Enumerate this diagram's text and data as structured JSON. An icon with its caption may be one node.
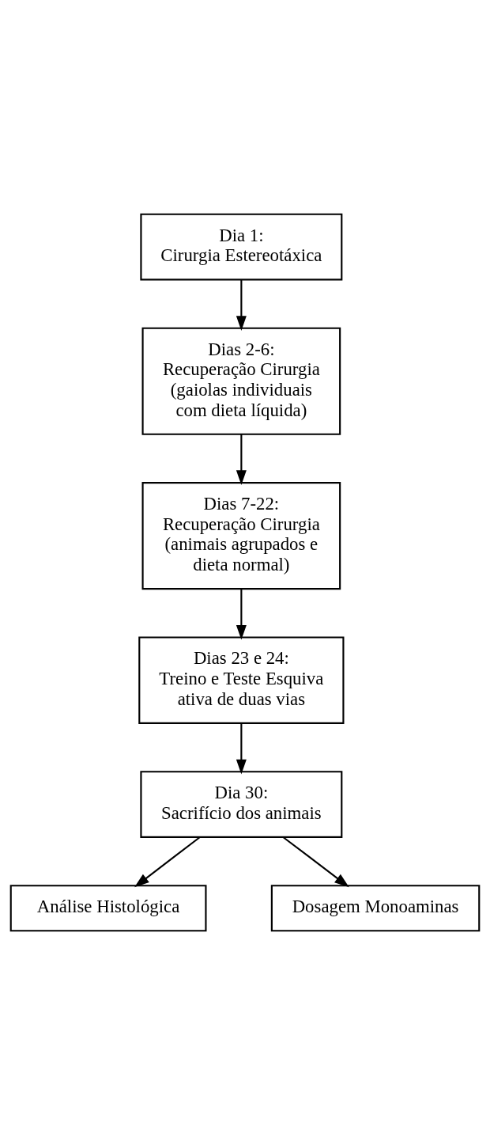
{
  "diagram": {
    "nodes": [
      {
        "text": [
          "Dia 1:",
          "Cirurgia Estereotáxica"
        ]
      },
      {
        "text": [
          "Dias 2-6:",
          "Recuperação Cirurgia (gaiolas individuais com dieta líquida)"
        ]
      },
      {
        "text": [
          "Dias 7-22:",
          "Recuperação Cirurgia (animais agrupados e dieta normal)"
        ]
      },
      {
        "text": [
          "Dias 23 e 24:",
          "Treino e Teste Esquiva ativa de duas vias"
        ]
      },
      {
        "text": [
          "Dia 30:",
          "Sacrifício dos animais"
        ]
      },
      {
        "text": [
          "Análise Histológica"
        ]
      },
      {
        "text": [
          "Dosagem Monoaminas"
        ]
      }
    ],
    "edges": [
      {
        "from": 0,
        "to": 1,
        "arrow": "to"
      },
      {
        "from": 1,
        "to": 2,
        "arrow": "to"
      },
      {
        "from": 2,
        "to": 3,
        "arrow": "to"
      },
      {
        "from": 3,
        "to": 4,
        "arrow": "to"
      },
      {
        "from": 4,
        "to": 5,
        "arrow": "to"
      },
      {
        "from": 4,
        "to": 6,
        "arrow": "to"
      }
    ]
  }
}
